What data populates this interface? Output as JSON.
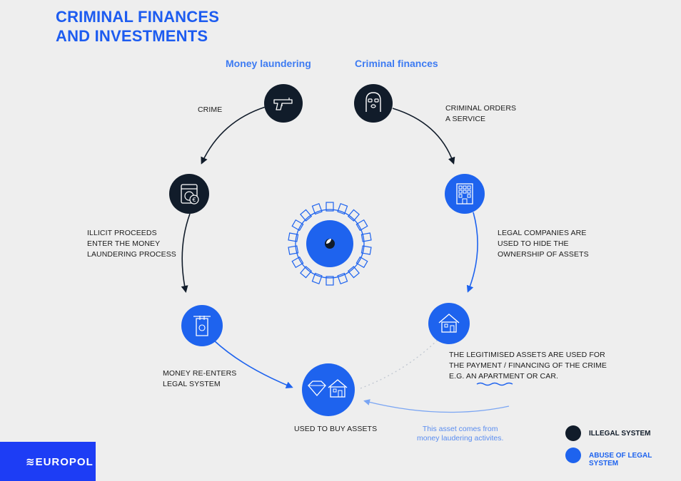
{
  "title": "CRIMINAL FINANCES\nAND INVESTMENTS",
  "columns": {
    "left": "Money laundering",
    "right": "Criminal finances"
  },
  "steps": {
    "crime": "CRIME",
    "illicit_proceeds": "ILLICIT PROCEEDS\nENTER THE MONEY\nLAUNDERING PROCESS",
    "money_reenters": "MONEY RE-ENTERS\nLEGAL SYSTEM",
    "criminal_orders": "CRIMINAL ORDERS\nA SERVICE",
    "legal_companies": "LEGAL COMPANIES ARE\nUSED TO HIDE THE\nOWNERSHIP OF ASSETS",
    "legitimised_assets": "THE LEGITIMISED ASSETS ARE USED FOR\nTHE PAYMENT / FINANCING OF THE CRIME\nE.G. AN APARTMENT OR CAR.",
    "buy_assets": "USED TO BUY ASSETS"
  },
  "note": "This asset comes from\nmoney laudering activites.",
  "legend": {
    "illegal": "ILLEGAL SYSTEM",
    "abuse": "ABUSE OF LEGAL SYSTEM"
  },
  "logo": "≋EUROPOL",
  "colors": {
    "illegal": "#111c2a",
    "abuse": "#1e63ee",
    "title": "#1d5cf0",
    "note": "#5a8df0"
  },
  "icons": {
    "crime": "gun-icon",
    "criminal_orders": "masked-criminal-icon",
    "illicit_proceeds": "washing-machine-euro-icon",
    "legal_companies": "office-building-icon",
    "money_reenters": "hanging-banknote-icon",
    "legitimised_assets": "house-icon",
    "buy_assets": "diamond-house-icon",
    "center": "gear-icon"
  }
}
